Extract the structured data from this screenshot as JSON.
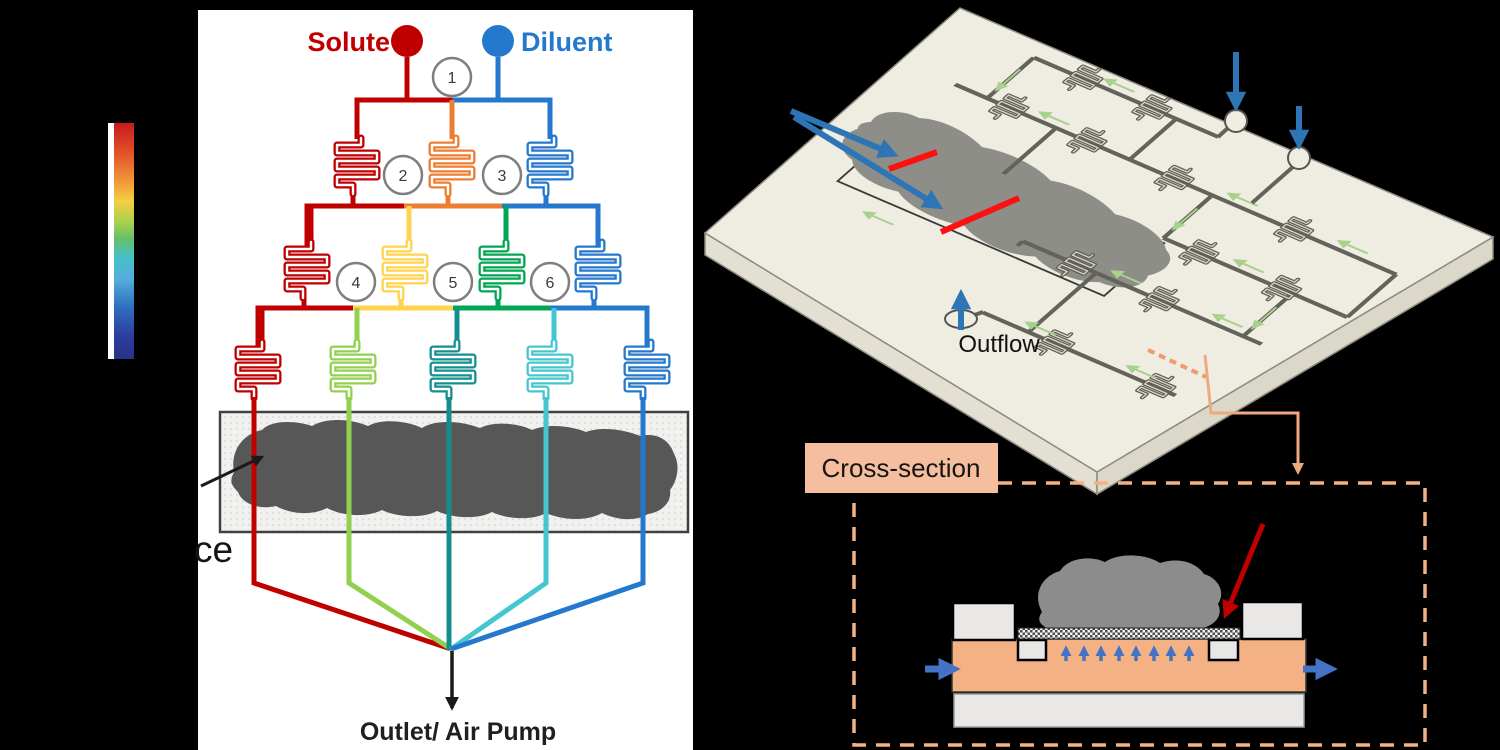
{
  "left_panel": {
    "solute_label": "Solute",
    "diluent_label": "Diluent",
    "mixer_numbers": [
      "1",
      "2",
      "3",
      "4",
      "5",
      "6"
    ],
    "tissue_label_cutoff": "ce",
    "outlet_label": "Outlet/ Air Pump",
    "colors": {
      "solute_red": "#C00000",
      "diluent_blue": "#2479CE",
      "orange": "#ED7D31",
      "yellow": "#FFD34D",
      "green": "#00A651",
      "lime": "#92D050",
      "teal": "#148F8F",
      "cyan": "#45C7D1"
    }
  },
  "colorbar": {
    "orientation": "vertical",
    "top_color": "#C9191E",
    "bottom_color": "#283288",
    "scale": "red-to-blue rainbow"
  },
  "chip": {
    "outflow_label": "Outflow",
    "plate_color": "#EFECE1",
    "channel_color": "#63635B",
    "flow_arrow_color": "#A9D18E",
    "inlet_arrow_color": "#2E75B6",
    "highlight_color": "#FF0F0F",
    "tissue_color": "#8E8E88"
  },
  "cross_section": {
    "title": "Cross-section",
    "border_color": "#F4B183",
    "label_box_fill": "#F5BE9E",
    "channel_color": "#F4B183",
    "flow_arrow_color": "#4472C4",
    "pointer_arrow_color": "#C00000",
    "tissue_color": "#8C8C8C"
  }
}
